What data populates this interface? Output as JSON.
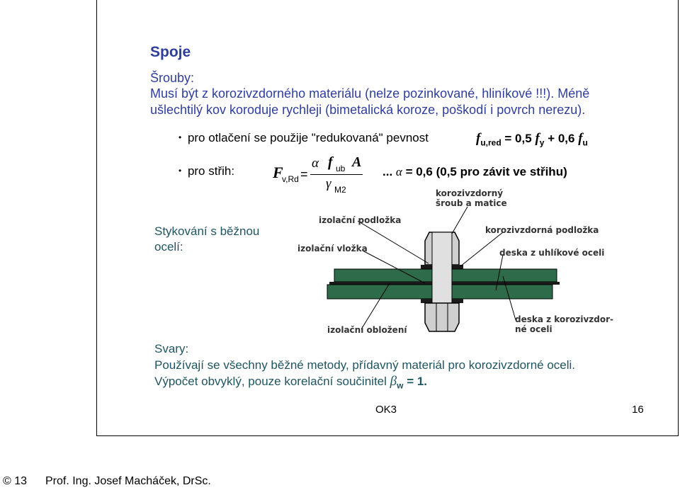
{
  "title": "Spoje",
  "bolts": {
    "heading": "Šrouby:",
    "line1": "Musí být z korozivzdorného materiálu (nelze pozinkované, hliníkové !!!). Méně",
    "line2": "ušlechtilý kov koroduje rychleji (bimetalická koroze, poškodí i povrch nerezu).",
    "bullet1_text": "pro otlačení se použije \"redukovaná\" pevnost",
    "bullet1_formula": {
      "f": "f",
      "sub_ured": "u,red",
      "eq": "= 0,5",
      "fy": "f",
      "sub_y": "y",
      "plus": "+ 0,6",
      "fu": "f",
      "sub_u": "u"
    },
    "bullet2_label": "pro střih:",
    "bullet2_formula": {
      "F": "F",
      "sub_vrd": "v,Rd",
      "eq": "=",
      "alpha": "α",
      "f": "f",
      "sub_ub": "ub",
      "A": "A",
      "gamma": "γ",
      "sub_m2": "M2"
    },
    "bullet2_note_prefix": "...",
    "bullet2_note_alpha": "α",
    "bullet2_note": "= 0,6 (0,5 pro závit ve střihu)"
  },
  "connection_label_line1": "Stykování s běžnou",
  "connection_label_line2": "ocelí:",
  "diagram_labels": {
    "stainless_bolt_line1": "korozivzdorný",
    "stainless_bolt_line2": "šroub a matice",
    "insulating_washer": "izolační podložka",
    "stainless_washer": "korozivzdorná podložka",
    "insulating_insert": "izolační vložka",
    "carbon_plate": "deska z uhlíkové oceli",
    "stainless_plate_line1": "deska z korozivzdor-",
    "stainless_plate_line2": "né oceli",
    "insulating_coating": "izolační obložení"
  },
  "welds": {
    "heading": "Svary:",
    "line1": "Používají se všechny běžné metody, přídavný materiál pro korozivzdorné oceli.",
    "line2_prefix": "Výpočet obvyklý, pouze korelační součinitel",
    "beta": "β",
    "sub_w": "w",
    "line2_suffix": "= 1."
  },
  "footer": {
    "center": "OK3",
    "page": "16",
    "copyright": "© 13",
    "author": "Prof. Ing. Josef Macháček, DrSc."
  },
  "colors": {
    "heading_blue": "#2f3e9e",
    "teal": "#1f5560",
    "plate_green": "#2e6b4a",
    "bolt_gray": "#cfcfcf"
  }
}
